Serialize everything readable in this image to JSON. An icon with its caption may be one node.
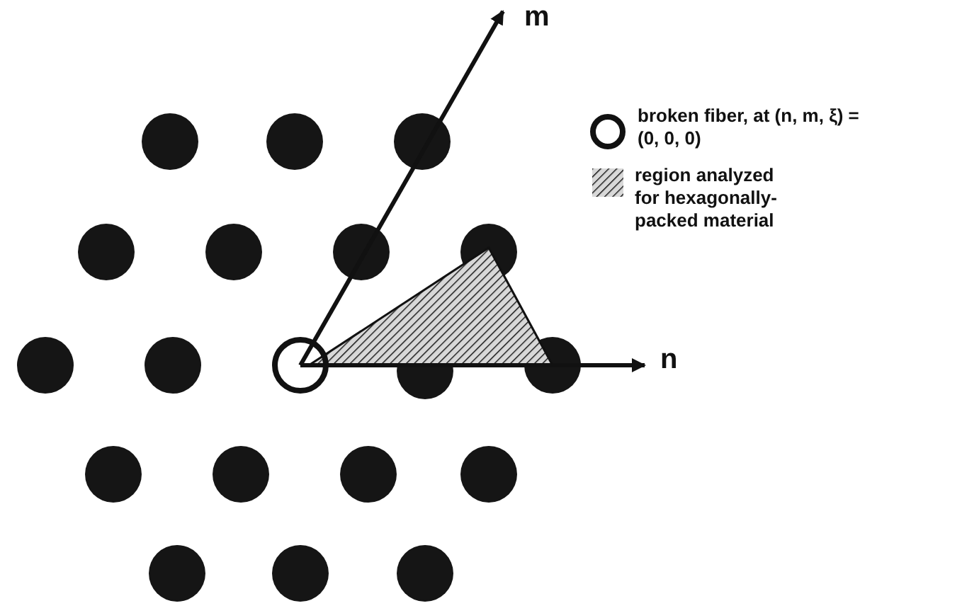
{
  "diagram": {
    "labels": [
      "m",
      "n"
    ],
    "legend": [
      {
        "text": "broken fiber, at (n, m, ξ) = (0, 0, 0)"
      },
      {
        "text": "region analyzed for hexagonally-packed material"
      }
    ]
  }
}
